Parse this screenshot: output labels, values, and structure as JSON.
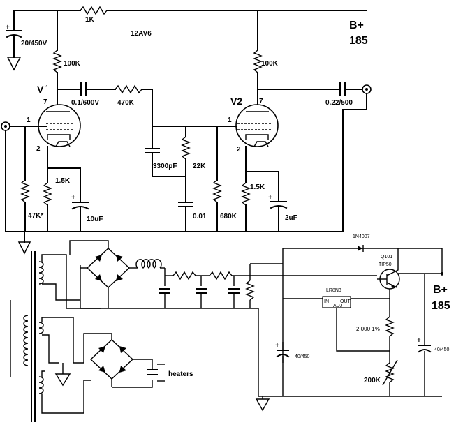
{
  "labels": {
    "r_supply": "1K",
    "c_supply": "20/450V",
    "tube": "12AV6",
    "b_plus_top": "B+",
    "b_plus_top_value": "185",
    "v1": "V",
    "v1_sub": "1",
    "v2": "V2",
    "r_plate1": "100K",
    "r_plate2": "100K",
    "c_couple1": "0.1/600V",
    "r_series": "470K",
    "pin7_v1": "7",
    "pin7_v2": "7",
    "c_out": "0.22/500",
    "pin1_v1": "1",
    "pin1_v2": "1",
    "pin2_v1": "2",
    "pin2_v2": "2",
    "c_tone": "3300pF",
    "r_tone": "22K",
    "r_k1": "1.5K",
    "r_k2": "1.5K",
    "c_k1": "10uF",
    "c_k2": "2uF",
    "r_grid": "47K*",
    "c_001": "0.01",
    "r_680": "680K",
    "diode": "1N4007",
    "q101": "Q101",
    "tip50": "TIP50",
    "reg": "LR8N3",
    "reg_in": "IN",
    "reg_out": "OUT",
    "reg_adj": "ADJ",
    "b_plus_ps": "B+",
    "b_plus_ps_value": "185",
    "r_2000": "2,000  1%",
    "c_ps1": "40/450",
    "c_ps2": "40/450",
    "pot_200k": "200K",
    "heaters": "heaters"
  }
}
